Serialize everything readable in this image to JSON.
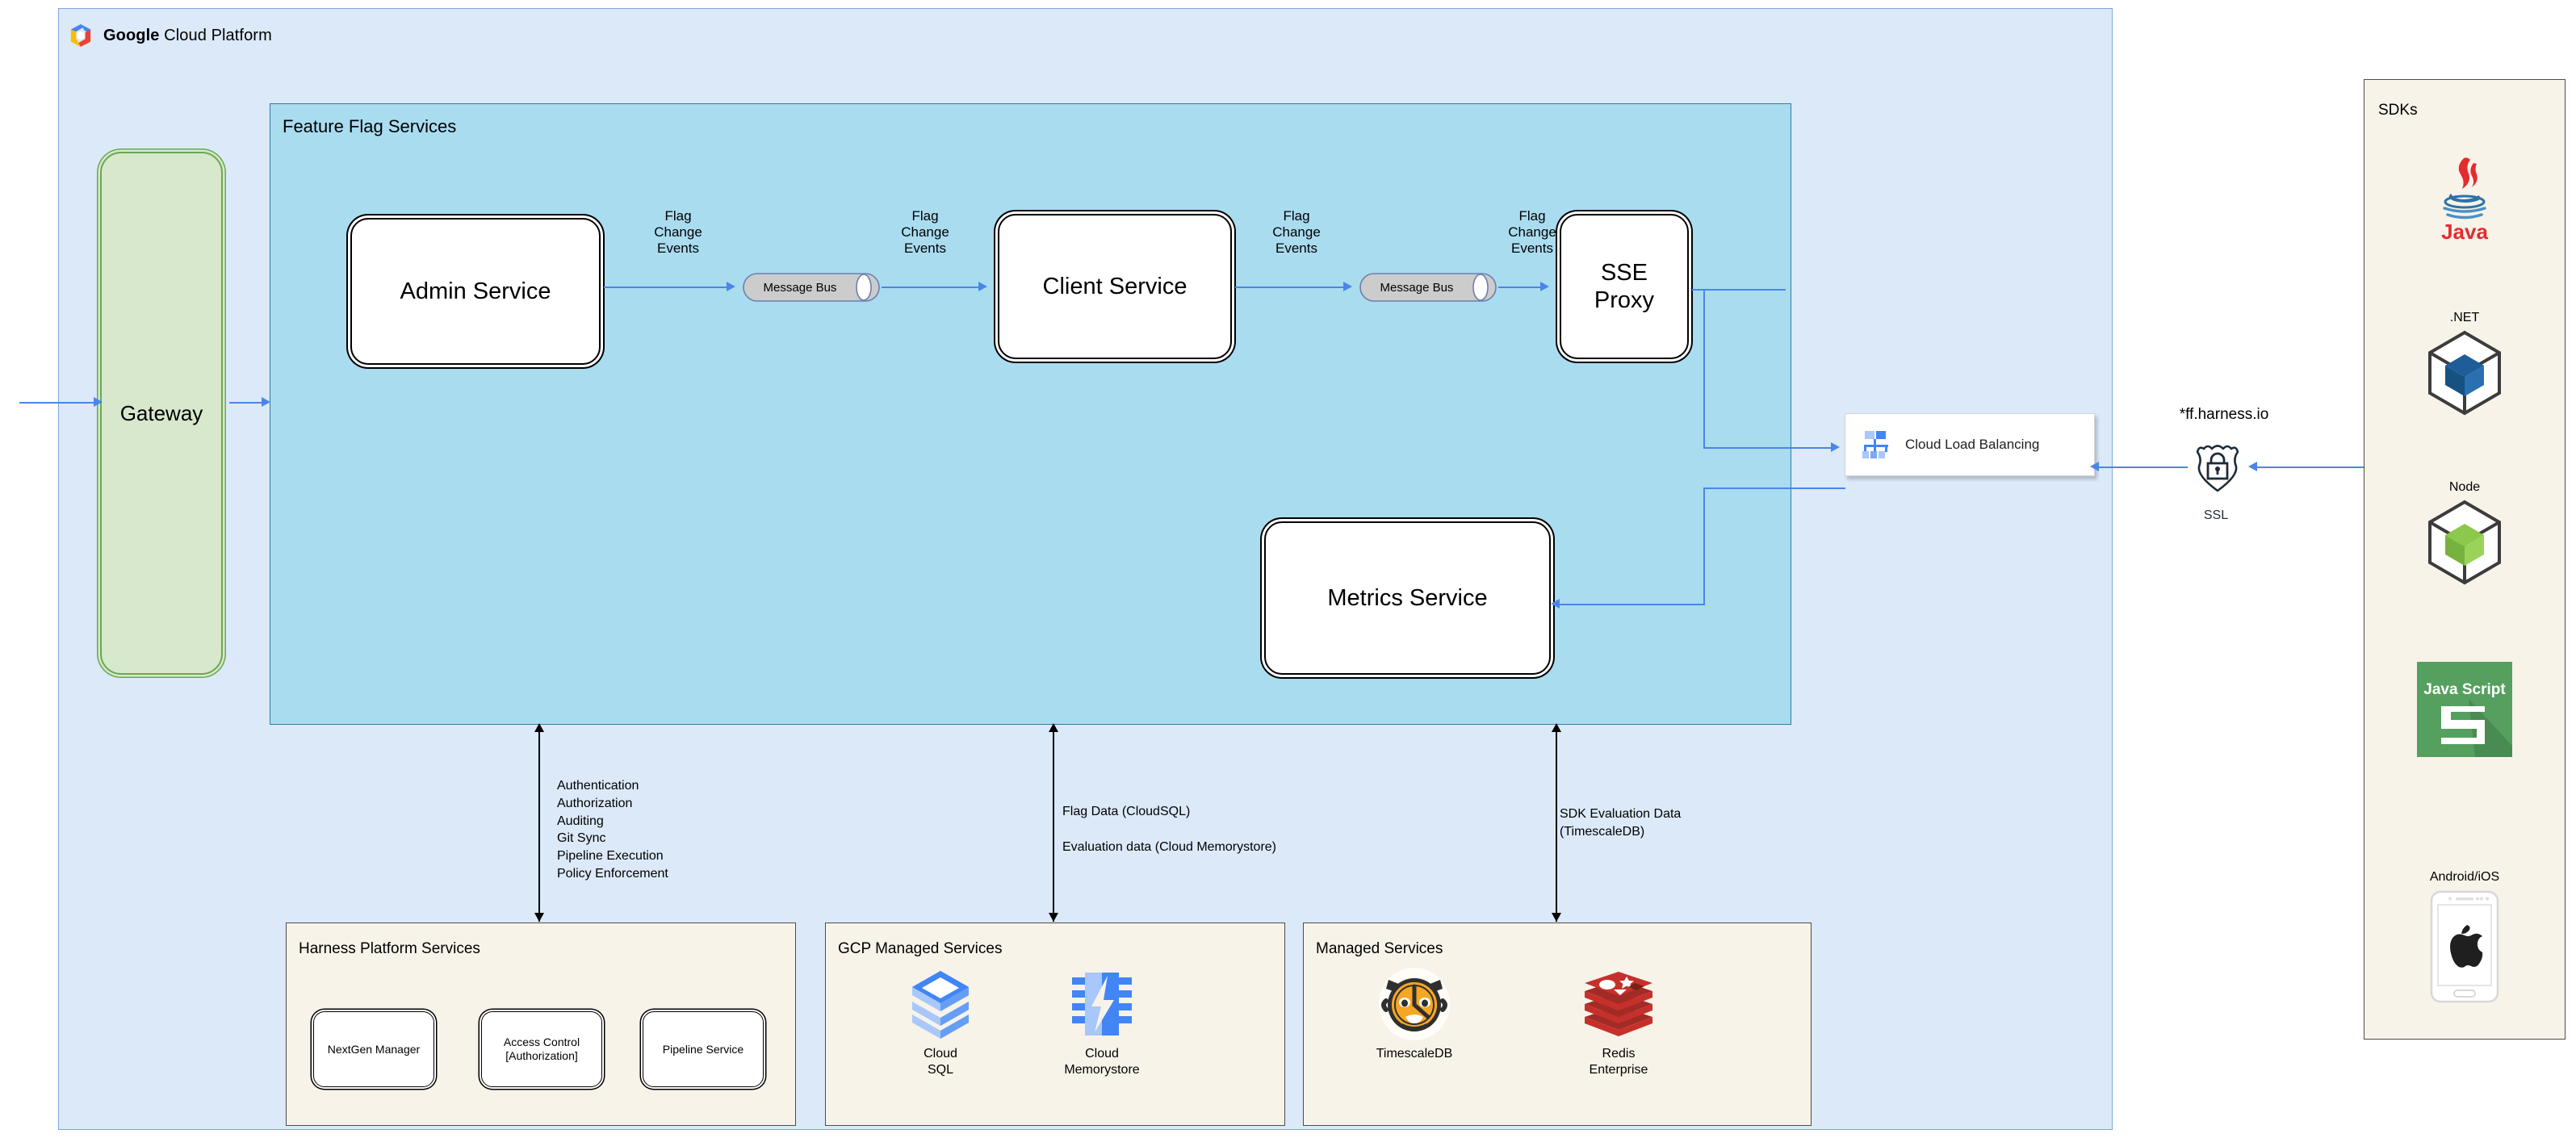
{
  "gcp": {
    "title_bold": "Google",
    "title_rest": " Cloud Platform",
    "logo_icon": "google-cloud-hexagon-icon"
  },
  "gateway": {
    "label": "Gateway"
  },
  "feature_flag_services": {
    "title": "Feature Flag Services",
    "nodes": [
      {
        "id": "admin-service",
        "label": "Admin Service"
      },
      {
        "id": "client-service",
        "label": "Client Service"
      },
      {
        "id": "sse-proxy",
        "label": "SSE\nProxy"
      },
      {
        "id": "metrics-service",
        "label": "Metrics Service"
      }
    ],
    "message_buses": [
      {
        "id": "message-bus-1",
        "label": "Message Bus"
      },
      {
        "id": "message-bus-2",
        "label": "Message Bus"
      }
    ],
    "edge_labels": [
      {
        "id": "flag-change-events-1",
        "text": "Flag\nChange\nEvents"
      },
      {
        "id": "flag-change-events-2",
        "text": "Flag\nChange\nEvents"
      },
      {
        "id": "flag-change-events-3",
        "text": "Flag\nChange\nEvents"
      },
      {
        "id": "flag-change-events-4",
        "text": "Flag\nChange\nEvents"
      }
    ]
  },
  "annotations": {
    "harness": "Authentication\nAuthorization\nAuditing\nGit Sync\nPipeline Execution\nPolicy Enforcement",
    "gcp_data": "Flag Data (CloudSQL)\n\nEvaluation data (Cloud Memorystore)",
    "managed_data": "SDK Evaluation Data\n(TimescaleDB)"
  },
  "bottom_panels": [
    {
      "id": "harness-platform-services",
      "title": "Harness Platform Services",
      "items": [
        {
          "label": "NextGen Manager"
        },
        {
          "label": "Access Control\n[Authorization]"
        },
        {
          "label": "Pipeline Service"
        }
      ]
    },
    {
      "id": "gcp-managed-services",
      "title": "GCP Managed Services",
      "items": [
        {
          "label": "Cloud\nSQL",
          "icon": "cloud-sql-icon"
        },
        {
          "label": "Cloud\nMemorystore",
          "icon": "cloud-memorystore-icon"
        }
      ]
    },
    {
      "id": "managed-services",
      "title": "Managed Services",
      "items": [
        {
          "label": "TimescaleDB",
          "icon": "timescaledb-tiger-icon"
        },
        {
          "label": "Redis\nEnterprise",
          "icon": "redis-stack-icon"
        }
      ]
    }
  ],
  "load_balancer": {
    "label": "Cloud Load Balancing",
    "icon": "cloud-load-balancing-icon"
  },
  "edge_network": {
    "domain": "*ff.harness.io",
    "ssl_caption": "SSL",
    "ssl_icon": "ssl-shield-lock-icon"
  },
  "sdks": {
    "title": "SDKs",
    "items": [
      {
        "id": "java",
        "caption": "",
        "wordmark": "Java",
        "icon": "java-logo-icon"
      },
      {
        "id": "dotnet",
        "caption": ".NET",
        "wordmark": "",
        "icon": "dotnet-hexagon-cube-icon"
      },
      {
        "id": "node",
        "caption": "Node",
        "wordmark": "",
        "icon": "node-hexagon-cube-icon"
      },
      {
        "id": "js",
        "caption": "",
        "wordmark": "Java Script",
        "icon": "javascript-logo-icon"
      },
      {
        "id": "mobile",
        "caption": "Android/iOS",
        "wordmark": "",
        "icon": "phone-apple-icon"
      }
    ]
  },
  "colors": {
    "canvas_bg": "#dce9f9",
    "ffs_bg": "#aadcf0",
    "panel_bg": "#f7f3e9",
    "gateway_bg": "#d7e8cd",
    "arrow_blue": "#4a86e8",
    "gcp_blue": "#4285f4",
    "gcp_red": "#ea4335",
    "gcp_yellow": "#fbbc05",
    "redis_red": "#c6302b",
    "timescale_orange": "#f6a623",
    "node_green": "#8cc84b",
    "js_green": "#55a05e"
  }
}
